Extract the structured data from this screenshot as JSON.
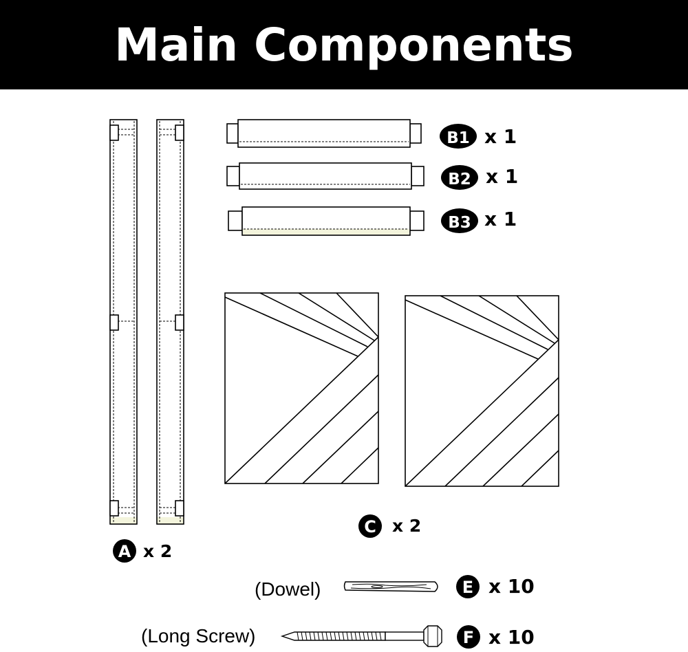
{
  "title": "Main Components",
  "parts": {
    "a": {
      "letter": "A",
      "qty": "x 2"
    },
    "b1": {
      "letter": "B1",
      "qty": "x 1"
    },
    "b2": {
      "letter": "B2",
      "qty": "x 1"
    },
    "b3": {
      "letter": "B3",
      "qty": "x 1"
    },
    "c": {
      "letter": "C",
      "qty": "x 2"
    },
    "e": {
      "letter": "E",
      "qty": "x 10",
      "name": "(Dowel)"
    },
    "f": {
      "letter": "F",
      "qty": "x 10",
      "name": "(Long Screw)"
    }
  },
  "colors": {
    "header_bg": "#000000",
    "header_text": "#ffffff",
    "line": "#000000",
    "cream_tint": "#f3f4dc"
  },
  "icons": [
    "leg-board-icon",
    "rail-board-icon",
    "herringbone-panel-icon",
    "dowel-icon",
    "long-screw-icon"
  ]
}
